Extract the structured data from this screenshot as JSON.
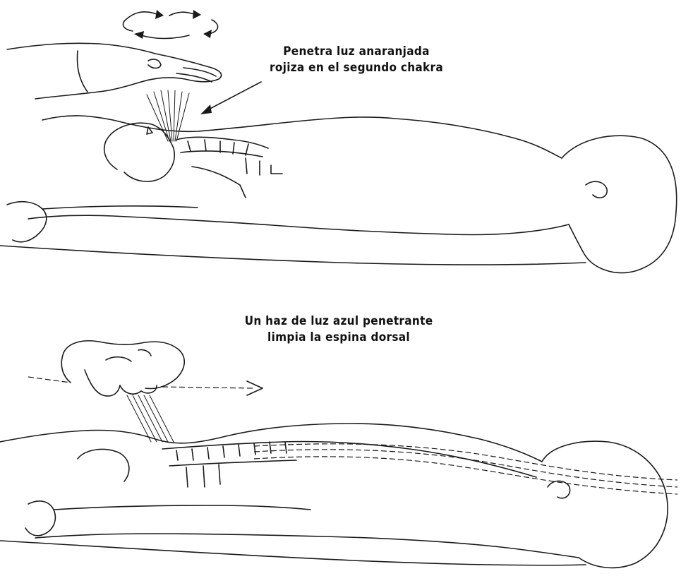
{
  "captions": {
    "top_line1": "Penetra luz anaranjada",
    "top_line2": "rojiza en el segundo chakra",
    "bottom_line1": "Un haz de luz azul penetrante",
    "bottom_line2": "limpia la espina dorsal"
  },
  "colors": {
    "ink": "#1a1a1a",
    "background": "#ffffff"
  }
}
